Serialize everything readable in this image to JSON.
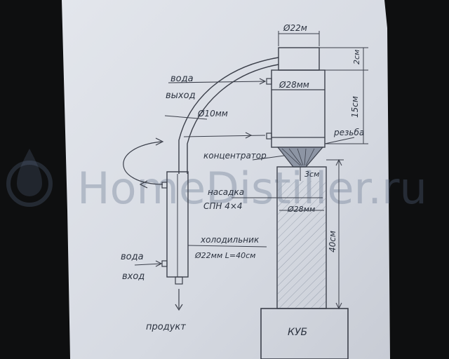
{
  "watermark": "HomeDistiller.ru",
  "labels": {
    "top_diameter": "Ø22м",
    "top_height": "2см",
    "water_out_1": "вода",
    "water_out_2": "выход",
    "dephleg_diameter": "Ø28мм",
    "dephleg_height": "15см",
    "tube_diameter": "Ø10мм",
    "thread": "резьба",
    "concentrator": "концентратор",
    "gap": "3см",
    "packing_1": "насадка",
    "packing_2": "СПН 4×4",
    "column_diameter": "Ø28мм",
    "column_height": "40см",
    "cooler_1": "холодильник",
    "cooler_2": "Ø22мм  L=40см",
    "water_in_1": "вода",
    "water_in_2": "вход",
    "product": "продукт",
    "pot": "КУБ"
  }
}
